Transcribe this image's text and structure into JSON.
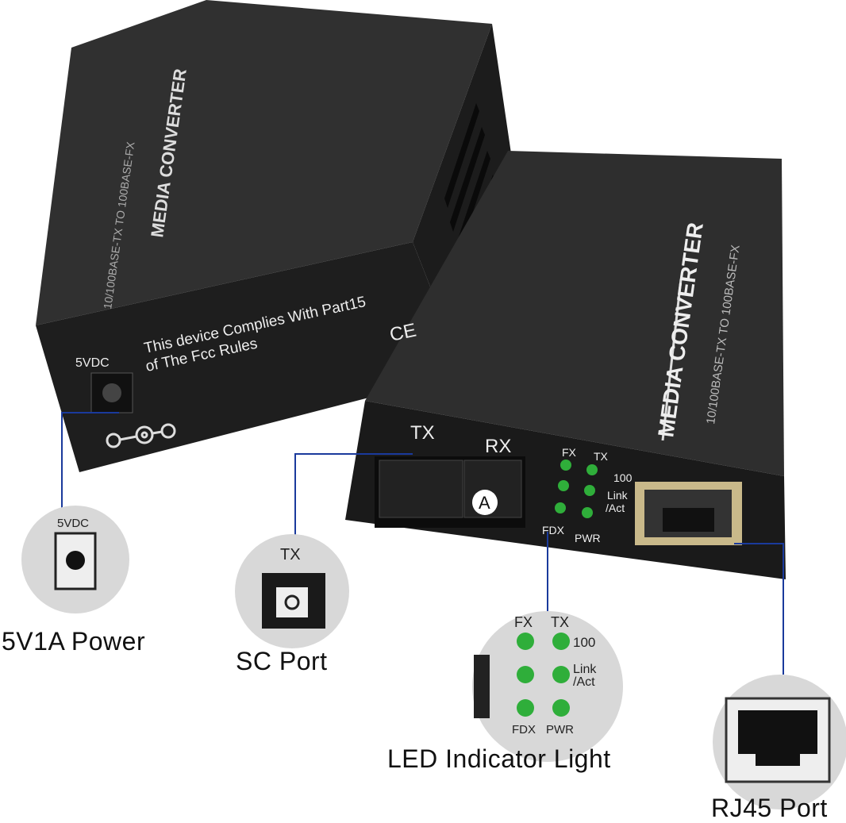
{
  "product": {
    "top_label": "MEDIA CONVERTER",
    "top_sublabel": "10/100BASE-TX TO 100BASE-FX",
    "fcc_line1": "This device Complies With Part15",
    "fcc_line2": "of The Fcc Rules",
    "ce_mark": "CE",
    "power_jack_label": "5VDC",
    "port_tx": "TX",
    "port_rx": "RX",
    "port_badge": "A",
    "led_fx": "FX",
    "led_tx": "TX",
    "led_100": "100",
    "led_link": "Link",
    "led_act": "/Act",
    "led_fdx": "FDX",
    "led_pwr": "PWR"
  },
  "callouts": [
    {
      "label": "5V1A Power",
      "inset_text": "5VDC"
    },
    {
      "label": "SC Port",
      "inset_text": "TX"
    },
    {
      "label": "LED Indicator Light"
    },
    {
      "label": "RJ45 Port"
    }
  ],
  "colors": {
    "callout_line": "#1a3a9c",
    "led": "#2fae3a",
    "housing": "#2a2a2a"
  }
}
